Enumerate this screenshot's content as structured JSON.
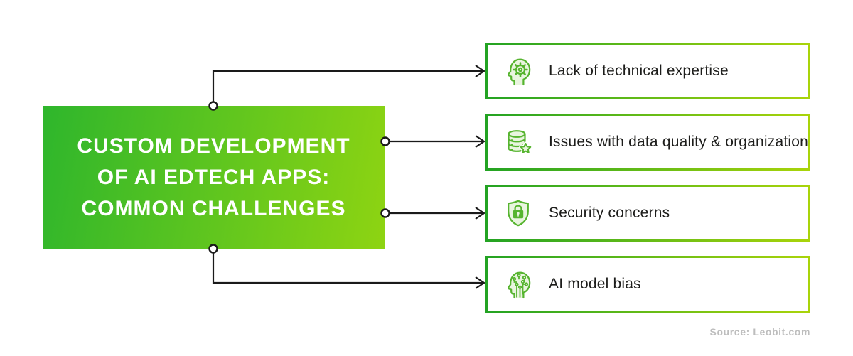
{
  "main_box": {
    "title_lines": [
      "CUSTOM DEVELOPMENT",
      "OF AI EDTECH APPS:",
      "COMMON CHALLENGES"
    ]
  },
  "challenges": [
    {
      "label": "Lack of technical expertise",
      "icon": "head-gear-icon"
    },
    {
      "label": "Issues with data quality & organization",
      "icon": "database-star-icon"
    },
    {
      "label": "Security concerns",
      "icon": "shield-lock-icon"
    },
    {
      "label": "AI model bias",
      "icon": "head-circuit-icon"
    }
  ],
  "footer": {
    "source": "Source: Leobit.com"
  },
  "colors": {
    "gradient_start": "#2eb62c",
    "gradient_end": "#8ed412",
    "border_gradient_start": "#23a323",
    "border_gradient_end": "#a9d40a",
    "icon_stroke": "#56b42f",
    "icon_fill": "#e9f5df",
    "connector": "#1a1a1a",
    "text_color": "#1d1d1b",
    "source_color": "#bdbdbd"
  }
}
